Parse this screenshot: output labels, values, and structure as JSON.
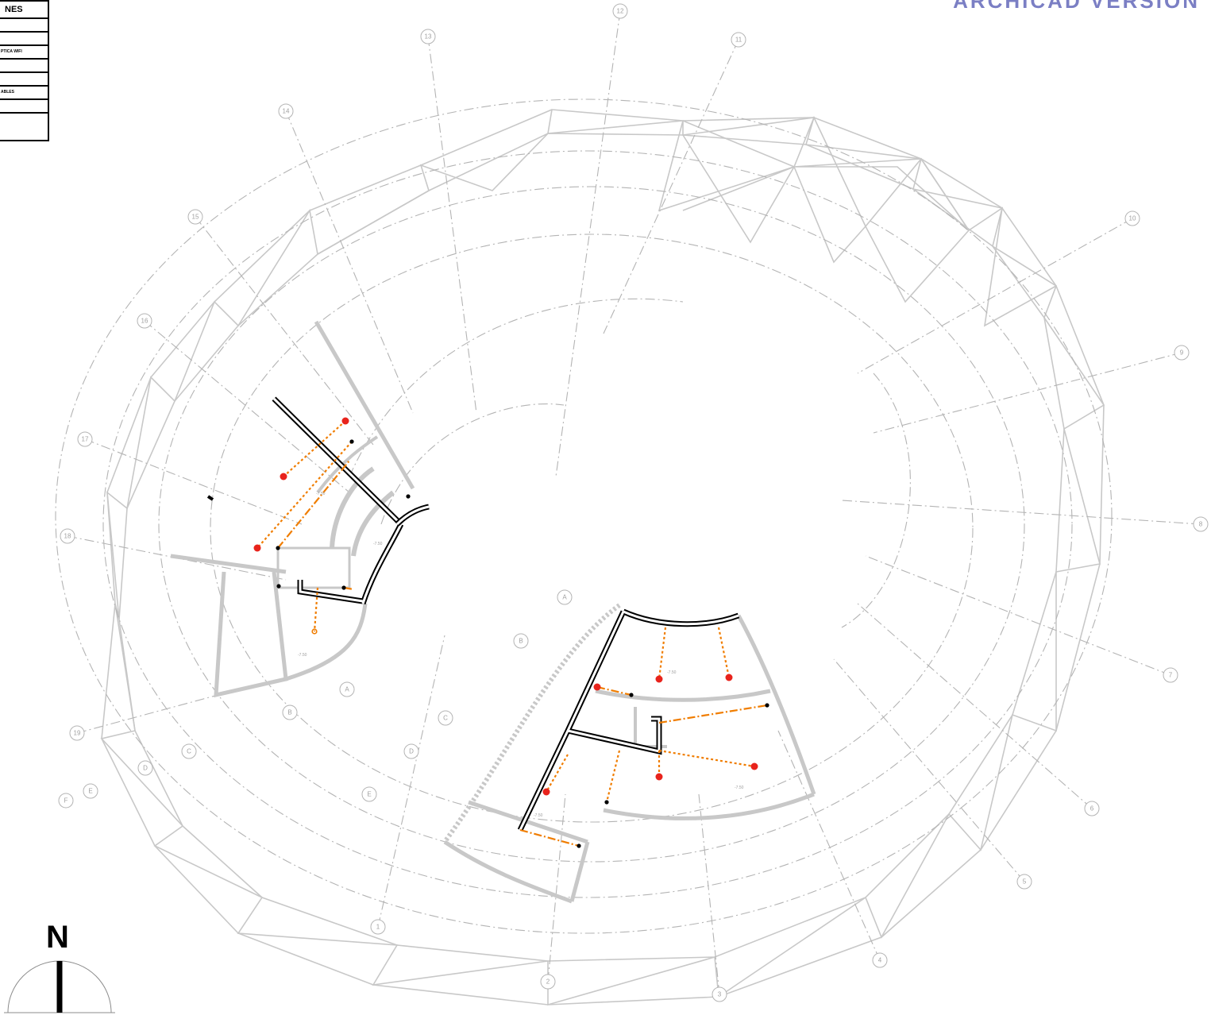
{
  "sheet_title": "ARCHICAD VERSION",
  "legend": {
    "header": "NES",
    "rows": [
      "",
      "",
      "PTICA WIFI",
      "",
      "",
      "ABLES",
      "",
      ""
    ]
  },
  "north_label": "N",
  "radial_grid_labels": [
    "1",
    "2",
    "3",
    "4",
    "5",
    "6",
    "7",
    "8",
    "9",
    "10",
    "11",
    "12",
    "13",
    "14",
    "15",
    "16",
    "17",
    "18",
    "19"
  ],
  "ring_grid_labels_west": [
    "A",
    "B",
    "C",
    "D",
    "E",
    "F"
  ],
  "ring_grid_labels_south": [
    "A",
    "B",
    "C",
    "D",
    "E"
  ],
  "level_markers": [
    "-7.50",
    "-7.50",
    "-7.50",
    "-7.50",
    "-7.50",
    "-7.50"
  ],
  "colors": {
    "structure": "#c8c8c8",
    "grid": "#b4b4b4",
    "wall": "#000000",
    "cable_orange": "#f07d00",
    "access_point_red": "#e8231c",
    "title_purple": "#7b7fc4"
  }
}
